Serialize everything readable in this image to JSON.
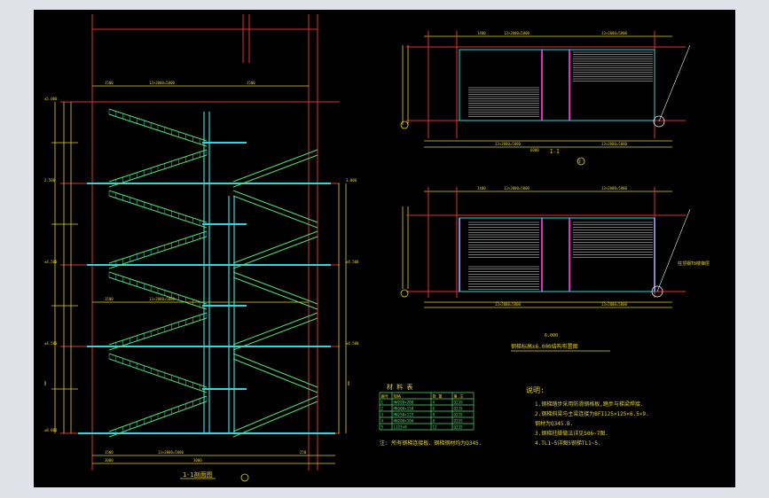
{
  "colors": {
    "background_outer": "#dfe3e9",
    "canvas": "#000000",
    "grid_red": "#e0322c",
    "dim_yellow": "#e6d21c",
    "stair_cyan": "#2fd8e0",
    "stair_green": "#4fe06a",
    "magenta": "#e22bc4",
    "white": "#f2f2f2"
  },
  "section_view": {
    "title": "1-1剖面图",
    "axis_label": "①",
    "grid_markers": [
      "Ⅰ",
      "Ⅰ"
    ]
  },
  "plan_top": {
    "title": "I-I",
    "axis_mark": "①"
  },
  "plan_bottom": {
    "title": "6.000",
    "subtitle": "钢梯标高±6.000结构布置图",
    "annotation": "柱顶钢T8楼梯层"
  },
  "materials_table": {
    "title": "材 料 表",
    "headers": [
      "编号",
      "规格",
      "数 量",
      "备 注"
    ],
    "rows": [
      [
        "1",
        "HW200×200",
        "4",
        "Q235"
      ],
      [
        "2",
        "HN300×150",
        "6",
        "Q235"
      ],
      [
        "3",
        "HN250×125",
        "8",
        "Q235"
      ],
      [
        "4",
        "HN200×100",
        "8",
        "Q235"
      ],
      [
        "5",
        "L125×8",
        "12",
        "Q235"
      ]
    ],
    "note": "注: 所有钢梯连接板、钢梯钢材均为Q345."
  },
  "notes": {
    "title": "说明:",
    "lines": [
      "1.钢梯踏步采用防滑钢格板,踏步与梯梁焊接.",
      "2.钢梯斜梁与主梁连接为BFI125×125×6.5×9.",
      "  钢材为Q345.B.",
      "3.钢梯柱脚做法详见S06~7图.",
      "4.TL1~5详图5钢梯TL1~5."
    ]
  }
}
